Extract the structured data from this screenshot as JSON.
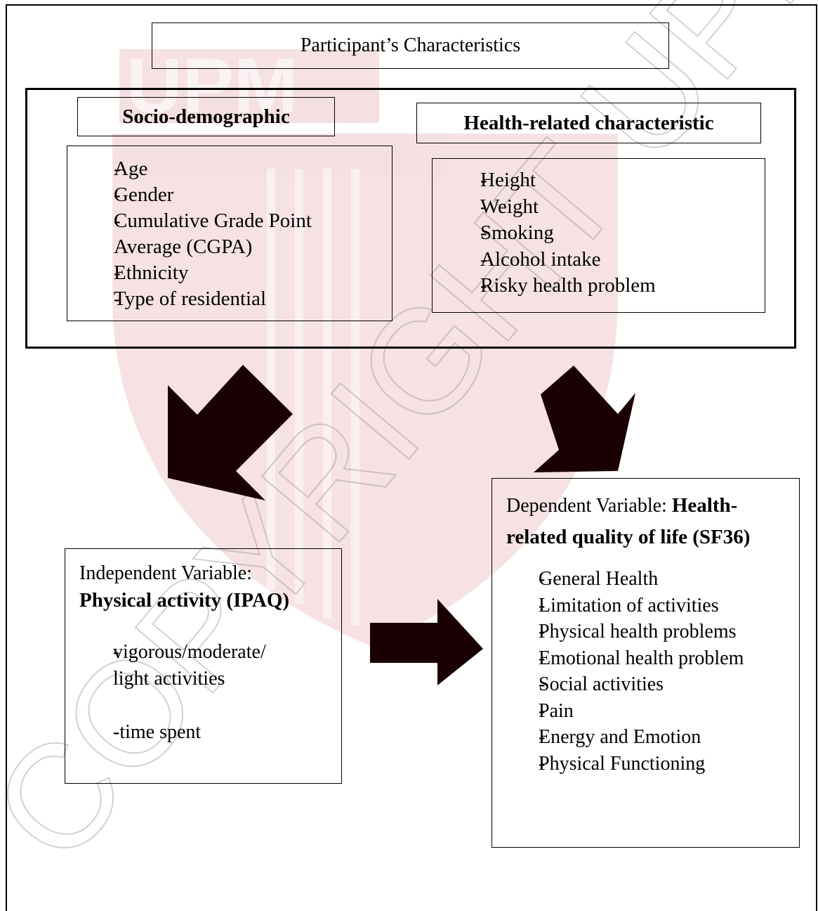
{
  "title": "Participant’s Characteristics",
  "socio": {
    "heading": "Socio-demographic",
    "items": [
      "Age",
      "Gender",
      "Cumulative Grade Point Average (CGPA)",
      "Ethnicity",
      "Type of residential"
    ]
  },
  "health": {
    "heading": "Health-related characteristic",
    "items": [
      "Height",
      "Weight",
      "Smoking",
      "Alcohol intake",
      "Risky health problem"
    ]
  },
  "independent": {
    "label_prefix": "Independent Variable:",
    "label_bold": "Physical activity (IPAQ)",
    "items": [
      "vigorous/moderate/ light activities",
      "-time spent"
    ]
  },
  "dependent": {
    "label_prefix": "Dependent Variable:",
    "label_bold": "Health-related quality of life (SF36)",
    "items": [
      "General Health",
      "Limitation of activities",
      "Physical health problems",
      "Emotional health problem",
      "Social activities",
      "Pain",
      "Energy and Emotion",
      "Physical Functioning"
    ]
  },
  "dash": "-",
  "watermark": {
    "text": "UPM",
    "copyright": "COPYRIGHT UPM",
    "color": "#b81d24"
  },
  "colors": {
    "arrow": "#1a0003",
    "border": "#000000"
  }
}
